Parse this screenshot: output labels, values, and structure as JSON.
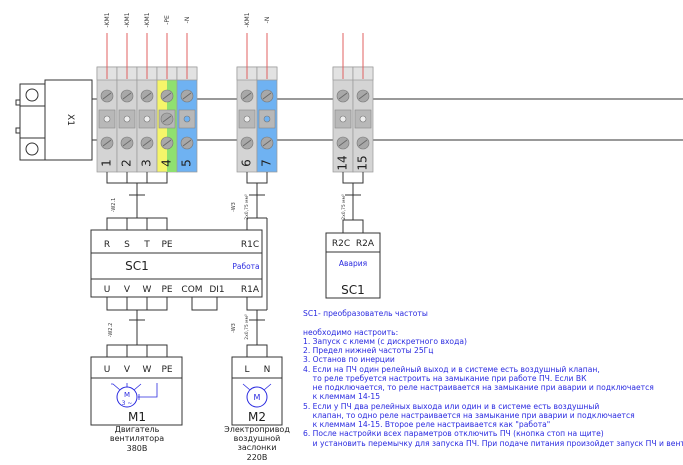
{
  "connector": {
    "label": "X1"
  },
  "terminals": [
    {
      "num": "1",
      "wire": "-KM1",
      "color": "#d4d4d4"
    },
    {
      "num": "2",
      "wire": "-KM1",
      "color": "#d4d4d4"
    },
    {
      "num": "3",
      "wire": "-KM1",
      "color": "#d4d4d4"
    },
    {
      "num": "4",
      "wire": "-PE",
      "color": "#f5f56a"
    },
    {
      "num": "5",
      "wire": "-N",
      "color": "#6fb2f2"
    },
    {
      "num": "6",
      "wire": "-KM1",
      "color": "#d4d4d4"
    },
    {
      "num": "7",
      "wire": "-N",
      "color": "#6fb2f2"
    },
    {
      "num": "14",
      "wire": "",
      "color": "#d4d4d4"
    },
    {
      "num": "15",
      "wire": "",
      "color": "#d4d4d4"
    }
  ],
  "cables": {
    "w21": "-W2.1",
    "w22": "-W2.2",
    "w3": "-W3",
    "section": "2x0,75 мм²"
  },
  "sc1": {
    "name": "SC1",
    "top": [
      "R",
      "S",
      "T",
      "PE",
      "R1C"
    ],
    "bottom": [
      "U",
      "V",
      "W",
      "PE",
      "COM",
      "DI1",
      "R1A"
    ],
    "status": "Работа"
  },
  "sc1_relay2": {
    "top": [
      "R2C",
      "R2A"
    ],
    "status": "Авария",
    "name": "SC1"
  },
  "m1": {
    "name": "M1",
    "terminals": [
      "U",
      "V",
      "W",
      "PE"
    ],
    "symbol": "M",
    "phase": "3 ~",
    "caption": [
      "Двигатель",
      "вентилятора",
      "380В"
    ]
  },
  "m2": {
    "name": "M2",
    "terminals": [
      "L",
      "N"
    ],
    "symbol": "M",
    "caption": [
      "Электропривод",
      "воздушной",
      "заслонки",
      "220В"
    ]
  },
  "notes": {
    "title": "SC1- преобразователь частоты",
    "lines": [
      "необходимо настроить:",
      "1. Запуск с клемм (с дискретного входа)",
      "2. Предел нижней частоты 25Гц",
      "3. Останов по инерции",
      "4. Если на ПЧ один релейный выход и в системе есть воздушный клапан,",
      "    то реле требуется настроить на замыкание при работе ПЧ. Если ВК",
      "    не подключается, то реле настраивается на замыкание при аварии и подключается",
      "    к клеммам 14-15",
      "5. Если у ПЧ два релейных выхода или один и в системе есть воздушный",
      "    клапан, то одно реле настраивается на замыкание при аварии и подключается",
      "    к клеммам 14-15. Второе реле настраивается как \"работа\"",
      "6. После настройки всех параметров отключить ПЧ (кнопка стоп на щите)",
      "    и установить перемычку для запуска ПЧ. При подаче питания произойдет запуск ПЧ и вентилятора"
    ]
  },
  "colors": {
    "wire_red": "#e06060",
    "note_blue": "#2a2ae0",
    "neutral_blue": "#6fb2f2",
    "pe_yellow": "#f5f56a",
    "pe_green": "#8fe070"
  }
}
